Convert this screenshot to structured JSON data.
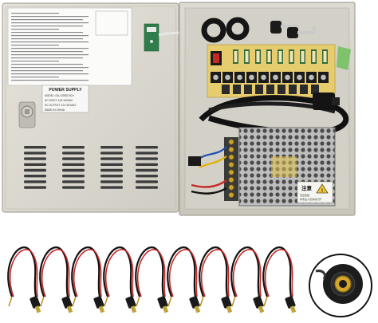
{
  "label": {
    "title": "POWER SUPPLY",
    "model": "MODEL: DA-1205D-9CH",
    "input": "AC INPUT: 100-240VAC",
    "output": "DC OUTPUT: 12V 5A MAX",
    "origin": "MADE IN CHINA"
  },
  "warning": {
    "heading": "注意",
    "line1": "高压危险",
    "line2": "非专业人员请勿打开"
  },
  "colors": {
    "enclosure": "#d9d6cd",
    "door": "#dcd9d0",
    "pcb_yellow": "#e7cc6e",
    "terminal_green": "#2e7d32",
    "cable_black": "#111111",
    "wire_red": "#c62828"
  },
  "pigtail_count": 9
}
